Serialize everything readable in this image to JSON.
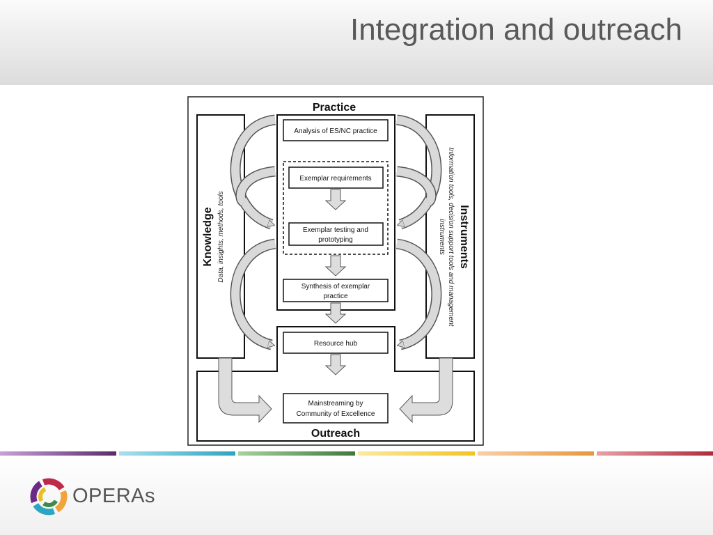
{
  "slide": {
    "title": "Integration and outreach"
  },
  "diagram": {
    "practice_label": "Practice",
    "outreach_label": "Outreach",
    "knowledge": {
      "title": "Knowledge",
      "subtitle": "Data, insights, methods, tools"
    },
    "instruments": {
      "title": "Instruments",
      "subtitle_line1": "Information tools, decision support tools and management",
      "subtitle_line2": "instruments"
    },
    "boxes": {
      "analysis": "Analysis of ES/NC practice",
      "exemplar_requirements": "Exemplar requirements",
      "exemplar_testing_line1": "Exemplar testing and",
      "exemplar_testing_line2": "prototyping",
      "synthesis_line1": "Synthesis of exemplar",
      "synthesis_line2": "practice",
      "resource_hub": "Resource hub",
      "mainstreaming_line1": "Mainstreaming by",
      "mainstreaming_line2": "Community of Excellence"
    }
  },
  "footer": {
    "logo_text": "OPERAs",
    "stripe_colors": [
      "#5a2a6e",
      "#2aa6c0",
      "#3d7a3a",
      "#f2c420",
      "#e8963c",
      "#b02a3a"
    ]
  }
}
